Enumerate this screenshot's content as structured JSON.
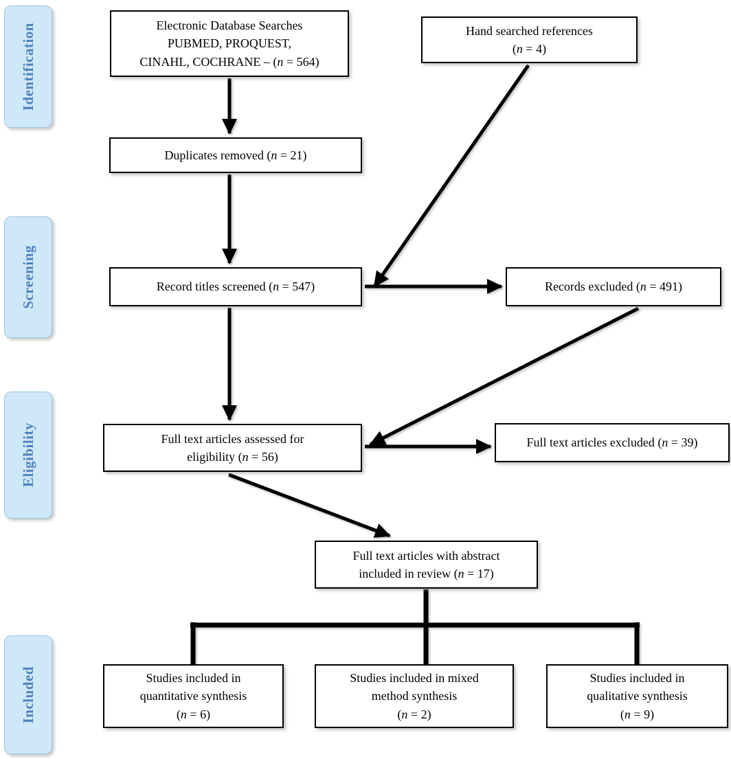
{
  "n_symbol": "n",
  "sidebar": {
    "stages": [
      {
        "label": "Identification"
      },
      {
        "label": "Screening"
      },
      {
        "label": "Eligibility"
      },
      {
        "label": "Included"
      }
    ]
  },
  "boxes": {
    "db_search": {
      "line1": "Electronic Database Searches",
      "line2": "PUBMED, PROQUEST,",
      "pre": "CINAHL, COCHRANE – (",
      "post": " = 564)",
      "value": 564
    },
    "hand_search": {
      "line1": "Hand searched references",
      "pre": "(",
      "post": " = 4)",
      "value": 4
    },
    "duplicates_removed": {
      "pre": "Duplicates removed (",
      "post": " = 21)",
      "value": 21
    },
    "titles_screened": {
      "pre": "Record titles screened (",
      "post": " = 547)",
      "value": 547
    },
    "records_excluded": {
      "pre": "Records excluded (",
      "post": " = 491)",
      "value": 491
    },
    "fulltext_assessed": {
      "line1": "Full text articles assessed for",
      "pre": "eligibility (",
      "post": " = 56)",
      "value": 56
    },
    "fulltext_excluded": {
      "pre": "Full text articles excluded (",
      "post": " = 39)",
      "value": 39
    },
    "abstract_included": {
      "line1": "Full text articles with abstract",
      "pre": "included in review (",
      "post": " = 17)",
      "value": 17
    },
    "quantitative": {
      "line1": "Studies included in",
      "line2": "quantitative synthesis",
      "pre": "(",
      "post": " = 6)",
      "value": 6
    },
    "mixed_method": {
      "line1": "Studies included in mixed",
      "line2": "method synthesis",
      "pre": "(",
      "post": " = 2)",
      "value": 2
    },
    "qualitative": {
      "line1": "Studies included in",
      "line2": "qualitative synthesis",
      "pre": "(",
      "post": " = 9)",
      "value": 9
    }
  },
  "colors": {
    "stage_fill": "#cfe8f8",
    "stage_text": "#4f81bd",
    "box_border": "#000000",
    "arrow": "#000000"
  }
}
